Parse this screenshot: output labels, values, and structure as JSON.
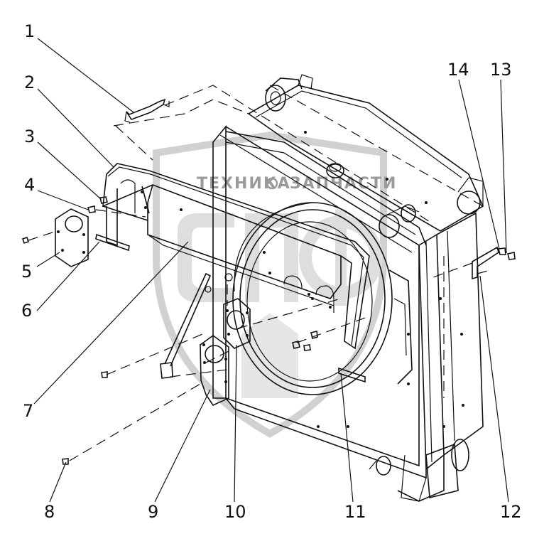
{
  "watermark": {
    "left_text": "ТЕХНИКА",
    "right_text": "ЗАПЧАСТИ",
    "color": "#9a9a9a"
  },
  "callouts": [
    {
      "id": "c1",
      "label": "1"
    },
    {
      "id": "c2",
      "label": "2"
    },
    {
      "id": "c3",
      "label": "3"
    },
    {
      "id": "c4",
      "label": "4"
    },
    {
      "id": "c5",
      "label": "5"
    },
    {
      "id": "c6",
      "label": "6"
    },
    {
      "id": "c7",
      "label": "7"
    },
    {
      "id": "c8",
      "label": "8"
    },
    {
      "id": "c9",
      "label": "9"
    },
    {
      "id": "c10",
      "label": "10"
    },
    {
      "id": "c11",
      "label": "11"
    },
    {
      "id": "c12",
      "label": "12"
    },
    {
      "id": "c13",
      "label": "13"
    },
    {
      "id": "c14",
      "label": "14"
    }
  ]
}
